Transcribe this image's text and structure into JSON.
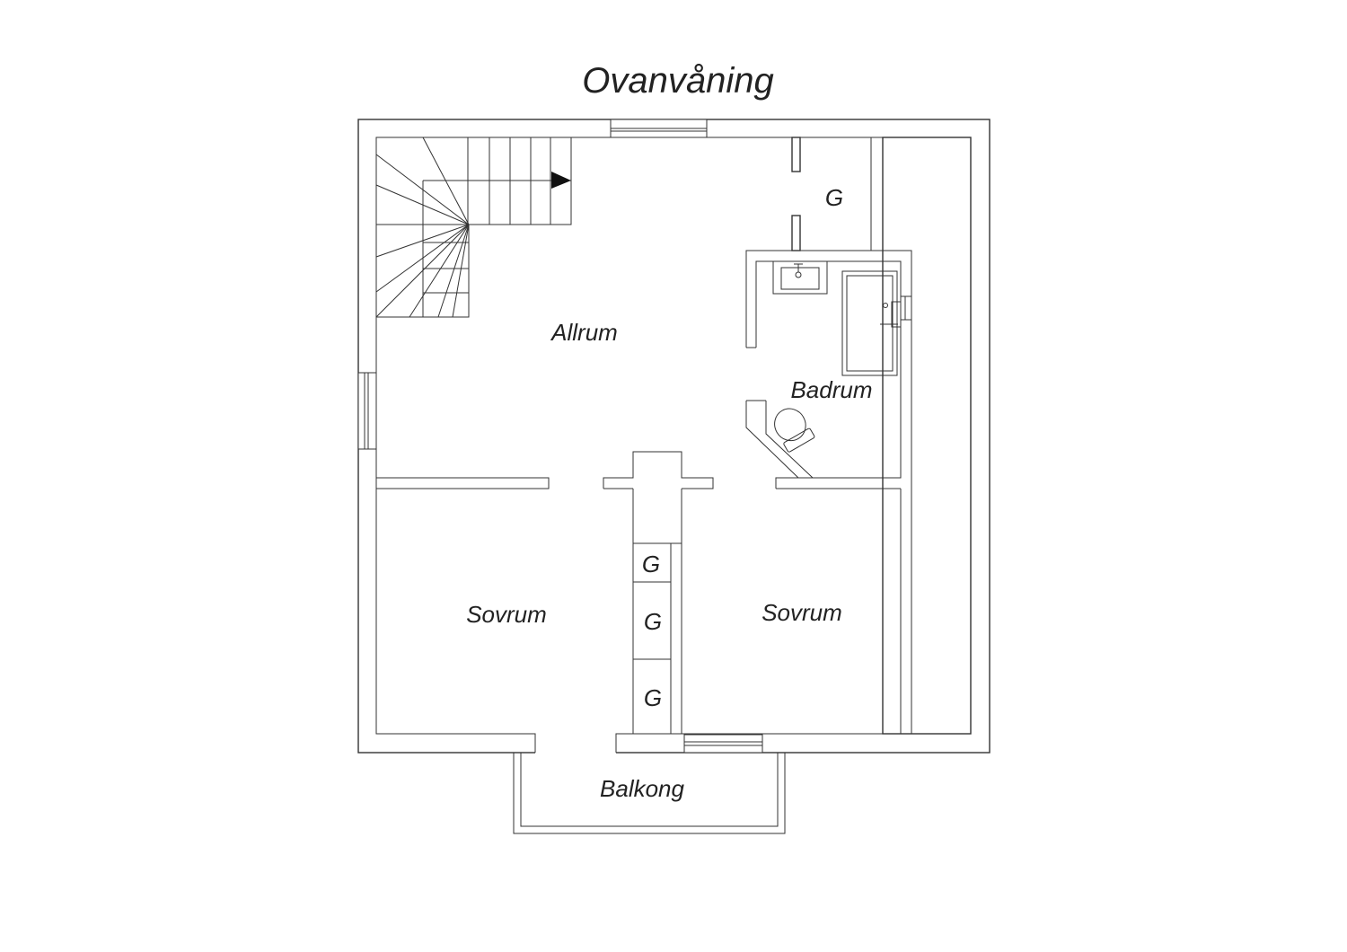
{
  "title": "Ovanvåning",
  "rooms": {
    "allrum": "Allrum",
    "badrum": "Badrum",
    "sovrum_left": "Sovrum",
    "sovrum_right": "Sovrum",
    "balkong": "Balkong"
  },
  "closets": {
    "top": "G",
    "stack_1": "G",
    "stack_2": "G",
    "stack_3": "G"
  },
  "colors": {
    "line": "#333333",
    "background": "#ffffff"
  }
}
